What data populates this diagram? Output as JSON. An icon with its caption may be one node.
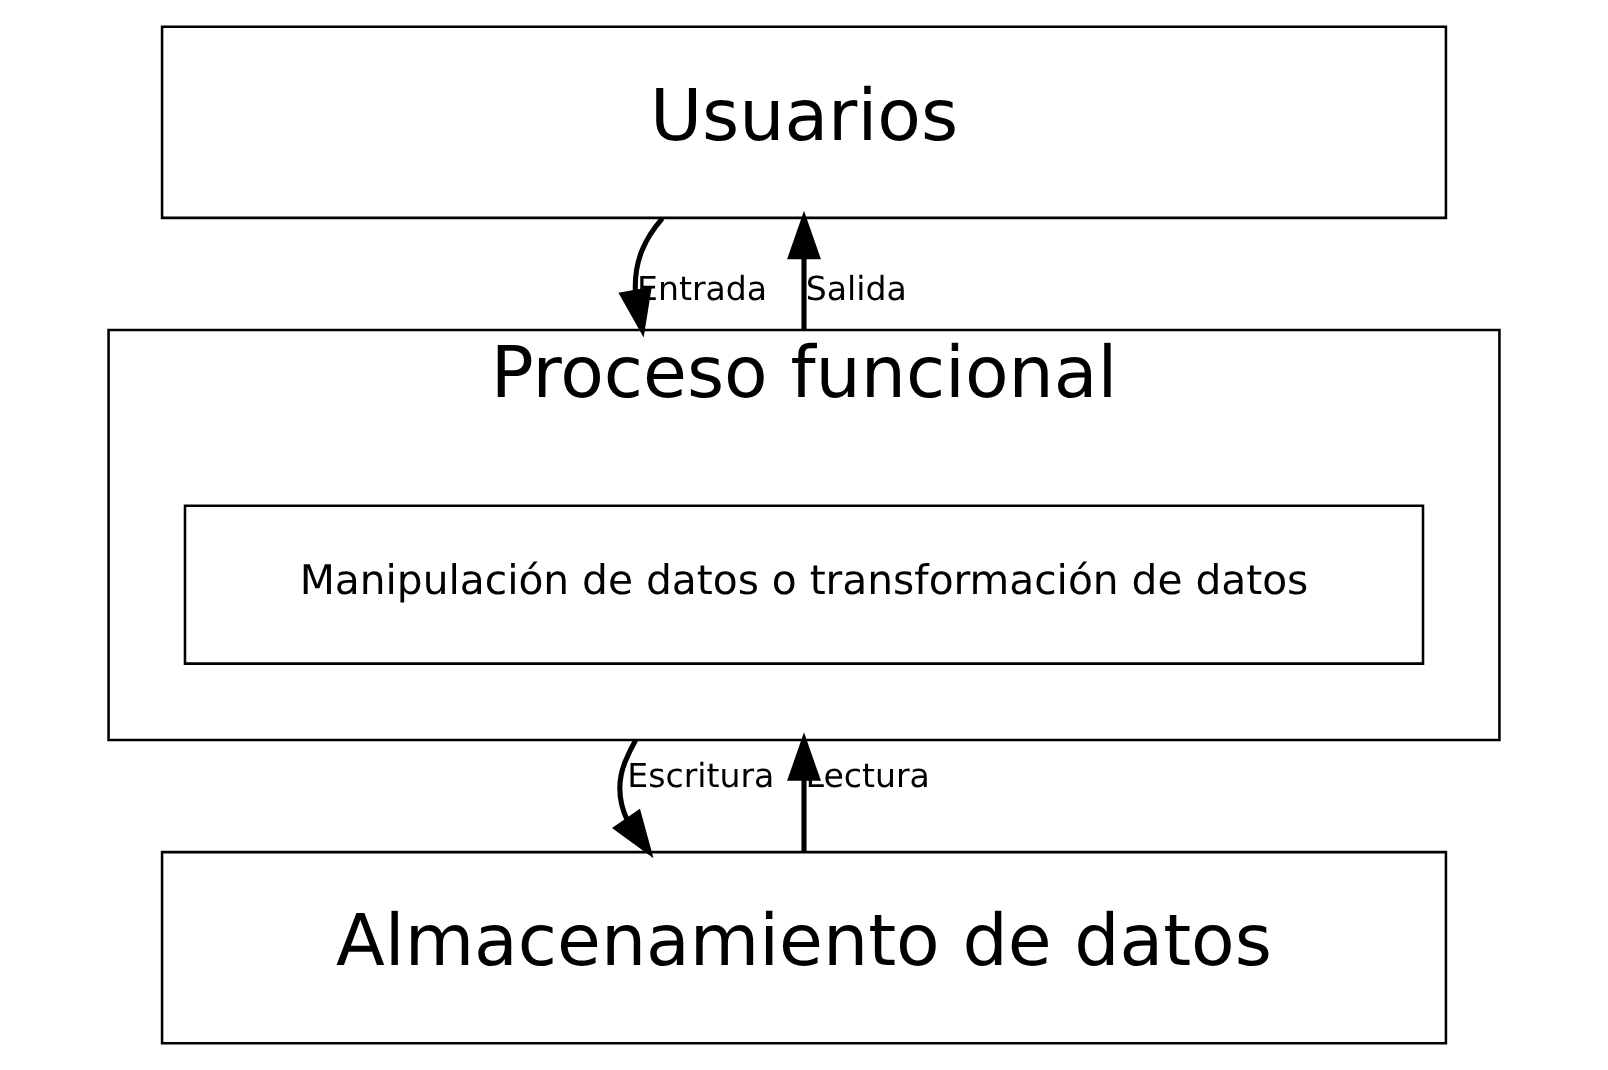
{
  "diagram": {
    "nodes": [
      {
        "text": [
          "Usuarios"
        ]
      },
      {
        "text": [
          "Proceso funcional"
        ]
      },
      {
        "text": [
          "Manipulación de datos o transformación de datos"
        ],
        "in": 1
      },
      {
        "text": [
          "Almacenamiento de datos"
        ]
      }
    ],
    "edges": [
      {
        "from": 0,
        "to": 1,
        "arrow": "to",
        "label": "Entrada"
      },
      {
        "from": 1,
        "to": 0,
        "arrow": "to",
        "label": "Salida"
      },
      {
        "from": 1,
        "to": 3,
        "arrow": "to",
        "label": "Escritura"
      },
      {
        "from": 3,
        "to": 1,
        "arrow": "to",
        "label": "Lectura"
      }
    ]
  }
}
